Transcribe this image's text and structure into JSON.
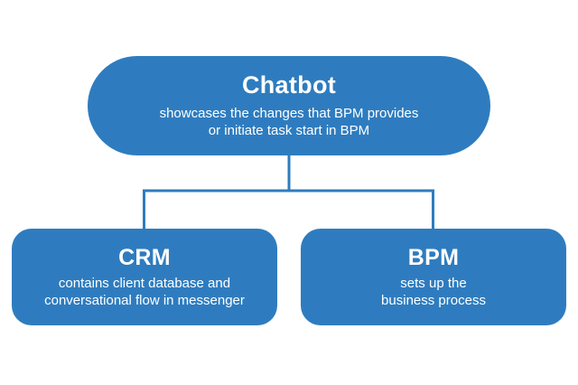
{
  "diagram": {
    "type": "hierarchy-tree",
    "background_color": "#FFFFFF",
    "node_color": "#2E7CBF",
    "text_color": "#FFFFFF",
    "connector_color": "#2E7CBF",
    "root": {
      "title": "Chatbot",
      "description_lines": [
        "showcases the changes that BPM provides",
        "or initiate task start in BPM"
      ]
    },
    "children": [
      {
        "title": "CRM",
        "description_lines": [
          "contains client database and",
          "conversational flow in messenger"
        ]
      },
      {
        "title": "BPM",
        "description_lines": [
          "sets up the",
          "business process"
        ]
      }
    ]
  }
}
